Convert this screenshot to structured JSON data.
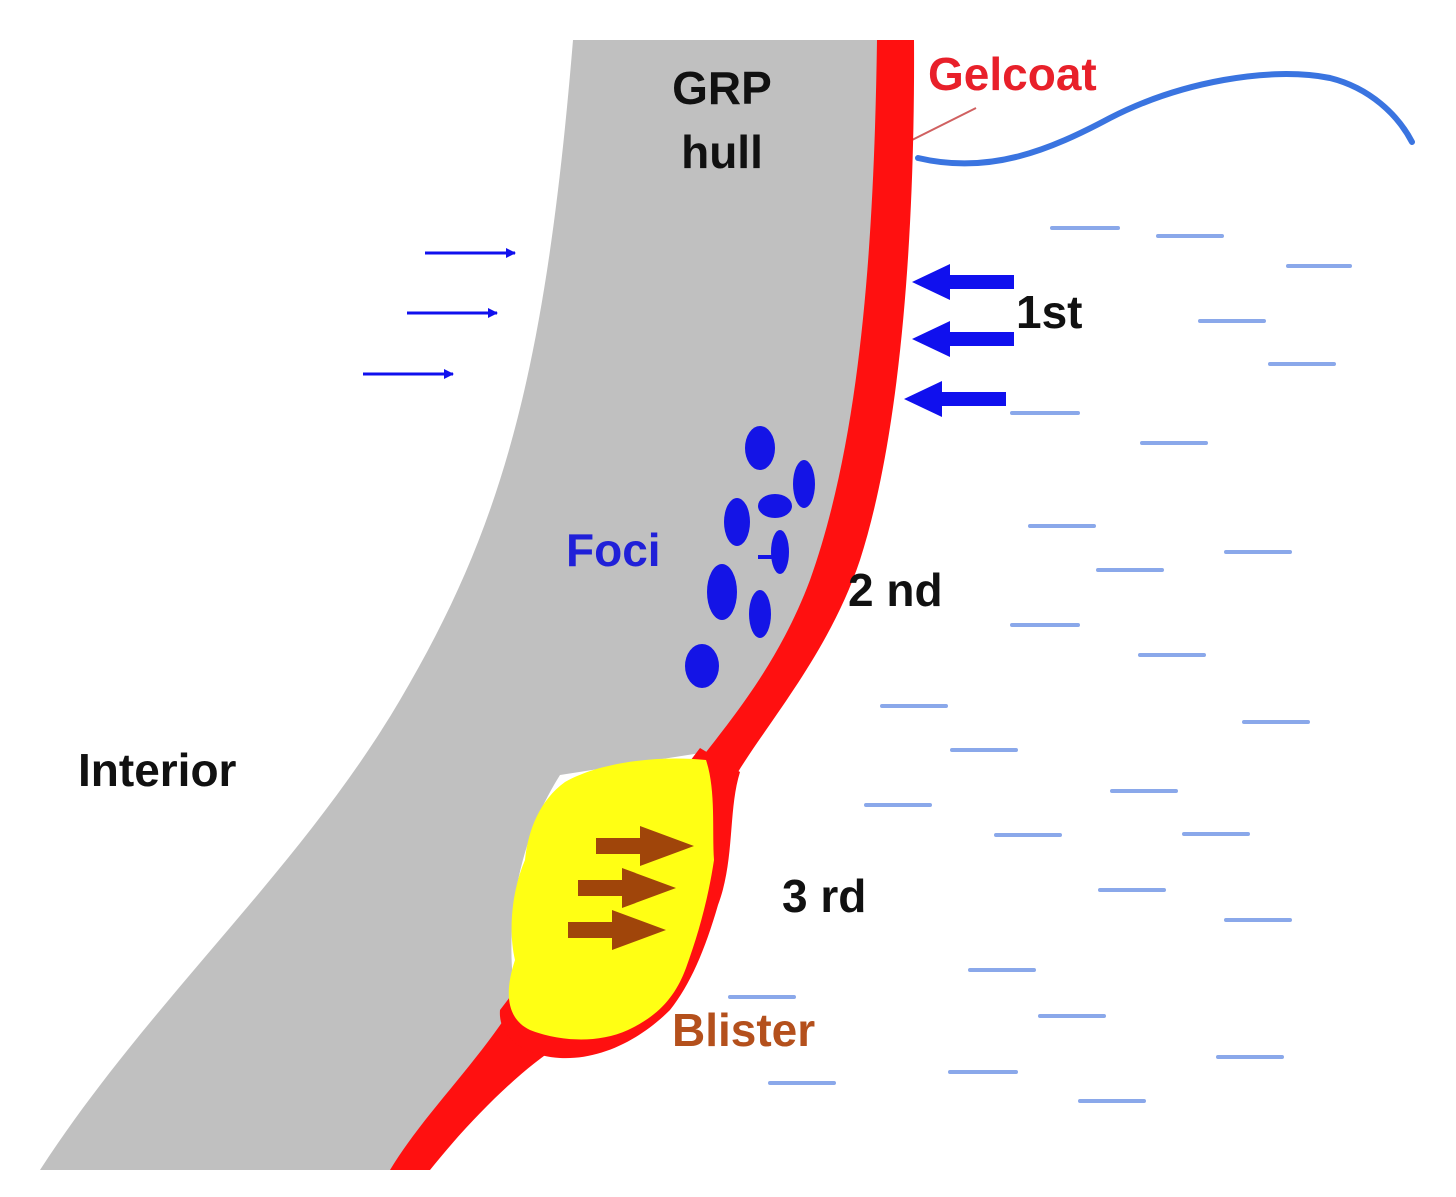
{
  "labels": {
    "hull": [
      "GRP",
      "hull"
    ],
    "gelcoat": "Gelcoat",
    "stage_1": "1st",
    "stage_2": "2 nd",
    "stage_3": "3 rd",
    "foci": "Foci",
    "interior": "Interior",
    "blister": "Blister"
  },
  "colors": {
    "hull": "#c0c0c0",
    "gelcoat": "#ff1010",
    "water_line": "#3a74e0",
    "water_dash": "#8aa8ea",
    "water_arrow": "#1010ee",
    "foci": "#1414e6",
    "blister_fill": "#ffff14",
    "blister_arrow": "#a0450a",
    "label_dark": "#111111",
    "label_gelcoat": "#e8202a",
    "label_foci": "#2020d8",
    "label_blister": "#b4501c"
  }
}
